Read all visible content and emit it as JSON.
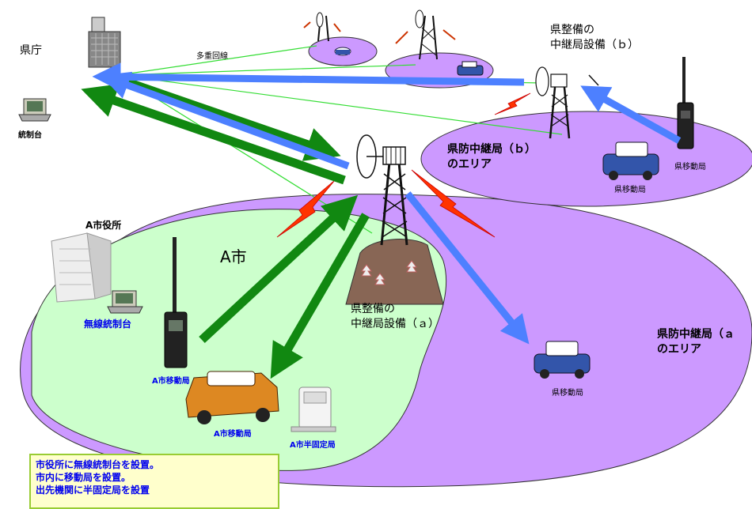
{
  "labels": {
    "prefectural_office": "県庁",
    "control_console_pref": "統制台",
    "multiplex_line": "多重回線",
    "relay_b_title_line1": "県整備の",
    "relay_b_title_line2": "中継局設備（ｂ）",
    "area_b_line1": "県防中継局（ｂ）",
    "area_b_line2": "のエリア",
    "mobile_pref_1": "県移動局",
    "mobile_pref_2": "県移動局",
    "mobile_pref_3": "県移動局",
    "city_hall": "A市役所",
    "city_a": "A市",
    "wireless_console": "無線統制台",
    "relay_a_line1": "県整備の",
    "relay_a_line2": "中継局設備（ａ）",
    "area_a_line1": "県防中継局（ａ",
    "area_a_line2": "のエリア",
    "city_mobile_handheld": "A市移動局",
    "city_mobile_car": "A市移動局",
    "city_semi_fixed": "A市半固定局"
  },
  "note": {
    "line1": "市役所に無線統制台を設置。",
    "line2": "市内に移動局を設置。",
    "line3": "出先機関に半固定局を設置"
  },
  "colors": {
    "pref_area": "#cc99ff",
    "city_area": "#ccffcc",
    "green_arrow": "#118811",
    "blue_arrow": "#4d80ff",
    "thin_link": "#33dd33",
    "lightning": "#ff3300",
    "hill": "#886655"
  }
}
